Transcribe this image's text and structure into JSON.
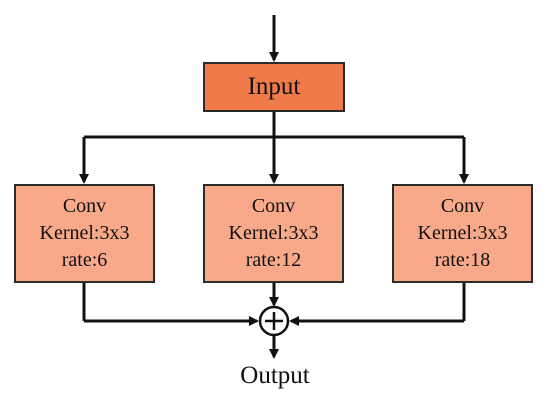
{
  "diagram": {
    "input": {
      "label": "Input"
    },
    "branches": [
      {
        "title": "Conv",
        "kernel": "Kernel:3x3",
        "rate": "rate:6"
      },
      {
        "title": "Conv",
        "kernel": "Kernel:3x3",
        "rate": "rate:12"
      },
      {
        "title": "Conv",
        "kernel": "Kernel:3x3",
        "rate": "rate:18"
      }
    ],
    "sum_node": {
      "symbol": "+"
    },
    "output": {
      "label": "Output"
    },
    "colors": {
      "input_fill": "#f07a4a",
      "conv_fill": "#f8a98a",
      "stroke": "#2a2a2a"
    }
  }
}
